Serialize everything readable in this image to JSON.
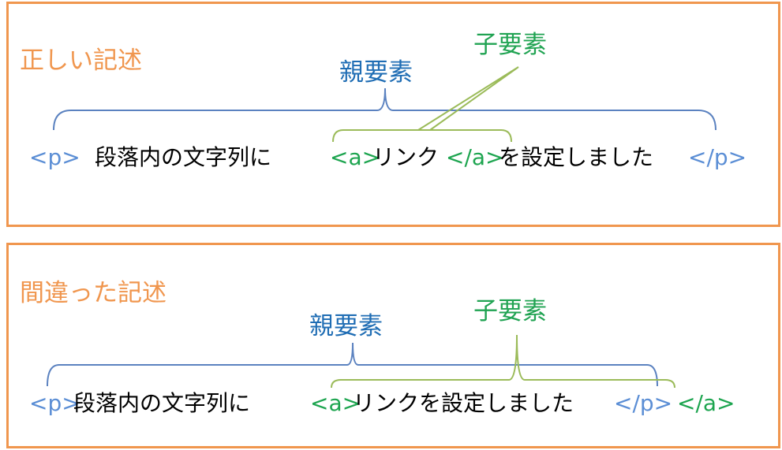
{
  "correct": {
    "title": "正しい記述",
    "parent_label": "親要素",
    "child_label": "子要素",
    "p_open": "<p>",
    "text1": "段落内の文字列に",
    "a_open": "<a>",
    "link_text": "リンク",
    "a_close": "</a>",
    "text2": "を設定しました",
    "p_close": "</p>"
  },
  "wrong": {
    "title": "間違った記述",
    "parent_label": "親要素",
    "child_label": "子要素",
    "p_open": "<p>",
    "text1": "段落内の文字列に",
    "a_open": "<a>",
    "text2": "リンクを設定しました",
    "p_close": "</p>",
    "a_close": "</a>"
  },
  "colors": {
    "border": "#f0964e",
    "parent": "#1f6db4",
    "child": "#20a352",
    "tag_p": "#5b8ed5",
    "tag_a": "#1ea550"
  }
}
